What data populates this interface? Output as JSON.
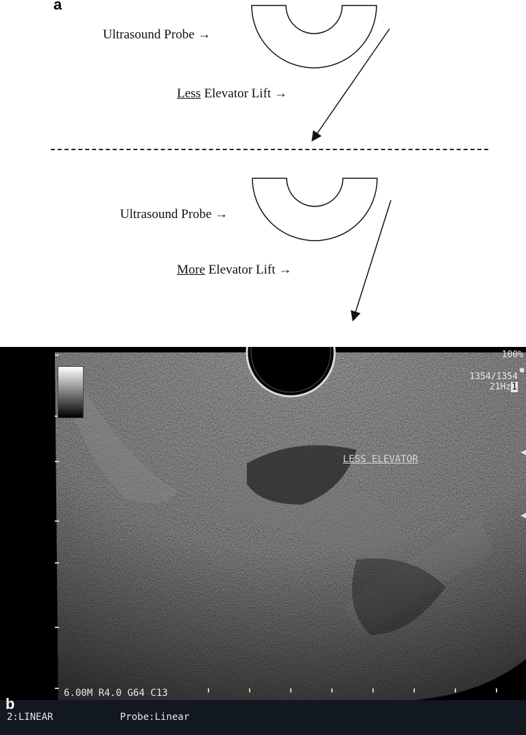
{
  "panel_a": {
    "letter": "a",
    "top": {
      "probe_label": "Ultrasound Probe →",
      "lift_underlined": "Less",
      "lift_rest": " Elevator Lift →"
    },
    "bottom": {
      "probe_label": "Ultrasound Probe →",
      "lift_underlined": "More",
      "lift_rest": " Elevator Lift →"
    }
  },
  "panel_b": {
    "letter": "b",
    "zoom": "100%",
    "frame_count": "1354/1354",
    "frame_rate": "21Hz",
    "frame_index": "1",
    "annotation": "LESS ELEVATOR",
    "settings": "6.00M R4.0 G64 C13",
    "mode": "2:LINEAR",
    "probe": "Probe:Linear"
  }
}
